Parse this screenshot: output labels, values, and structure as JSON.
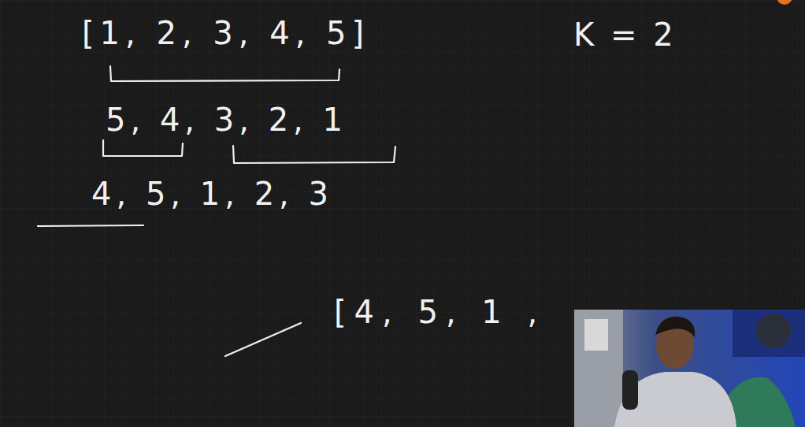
{
  "diagram": {
    "labels": [
      "[1, 2, 3, 4, 5]",
      "K = 2",
      "5, 4, 3, 2, 1",
      "4, 5, 1, 2, 3",
      "[4, 5, 1 ,"
    ]
  }
}
